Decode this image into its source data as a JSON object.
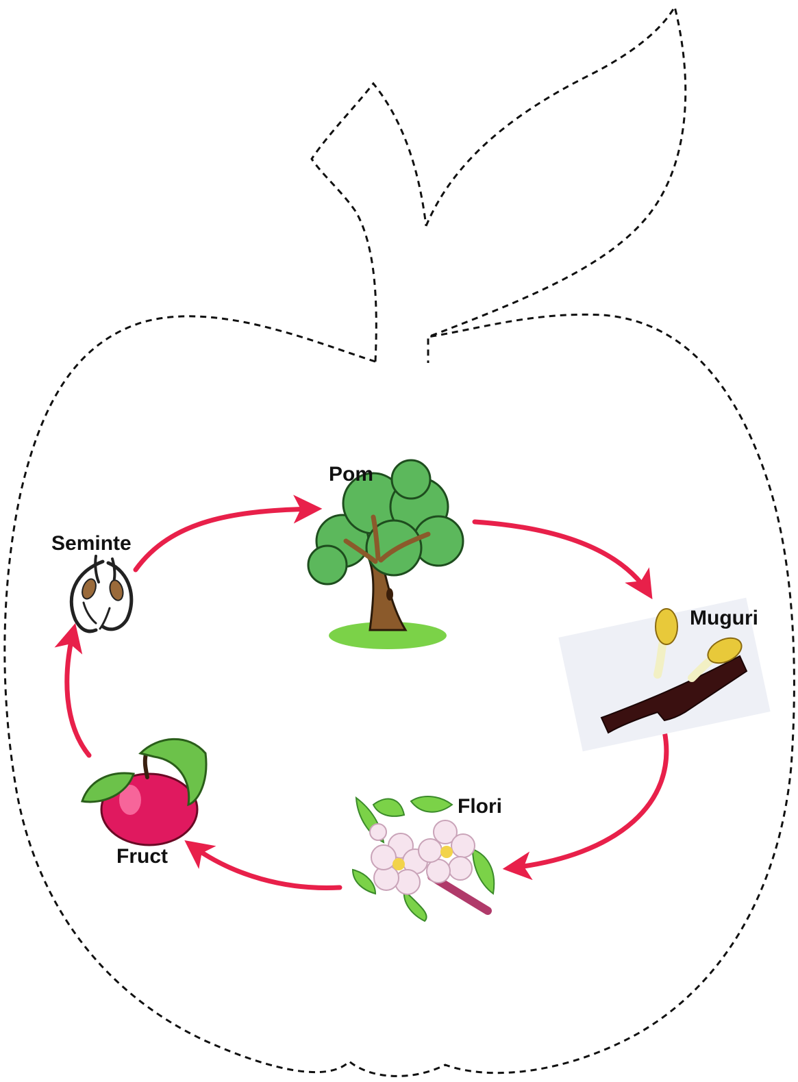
{
  "diagram": {
    "outline_style": "dashed",
    "colors": {
      "outline": "#111111",
      "arrow": "#e8204a",
      "leaf": "#5cb85c",
      "apple": "#e0195f",
      "trunk": "#8b5a2b",
      "grass": "#7bd248",
      "bud": "#e8c93a",
      "blossom": "#f6e4ee"
    },
    "stages": [
      {
        "id": "seeds",
        "label": "Seminte",
        "icon": "seeds-icon"
      },
      {
        "id": "tree",
        "label": "Pom",
        "icon": "tree-icon"
      },
      {
        "id": "buds",
        "label": "Muguri",
        "icon": "buds-icon"
      },
      {
        "id": "flowers",
        "label": "Flori",
        "icon": "flowers-icon"
      },
      {
        "id": "fruit",
        "label": "Fruct",
        "icon": "apple-icon"
      }
    ],
    "cycle": [
      {
        "from": "seeds",
        "to": "tree"
      },
      {
        "from": "tree",
        "to": "buds"
      },
      {
        "from": "buds",
        "to": "flowers"
      },
      {
        "from": "flowers",
        "to": "fruit"
      },
      {
        "from": "fruit",
        "to": "seeds"
      }
    ]
  }
}
